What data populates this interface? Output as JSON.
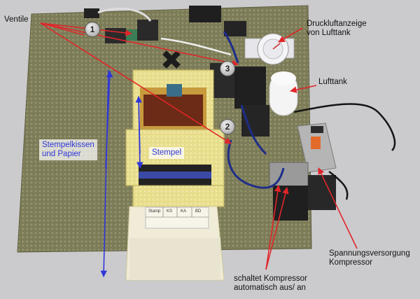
{
  "labels": {
    "ventile": "Ventile",
    "druckluft_1": "Druckluftanzeige",
    "druckluft_2": "von Lufttank",
    "lufttank": "Lufttank",
    "stempelkissen_1": "Stempelkissen",
    "stempelkissen_2": "und Papier",
    "stempel": "Stempel",
    "spannung_1": "Spannungsversorgung",
    "spannung_2": "Kompressor",
    "schaltet_1": "schaltet Kompressor",
    "schaltet_2": "automatisch aus/ an"
  },
  "markers": [
    "1",
    "2",
    "3"
  ],
  "paper_table": [
    "Stamp",
    "KS",
    "KA",
    "BD"
  ],
  "colors": {
    "baseplate": "#7a7a55",
    "arrow_red": "#e0262a",
    "arrow_blue": "#2f36d8",
    "brick_yellow": "#e9dd87",
    "hose_blue": "#1e2d88"
  }
}
